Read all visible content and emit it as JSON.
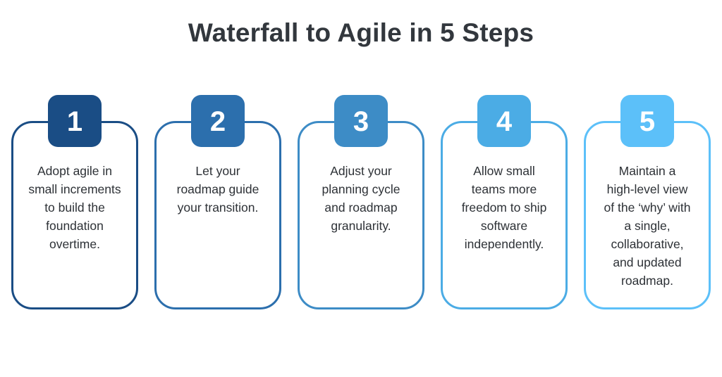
{
  "title": "Waterfall to Agile in 5 Steps",
  "colors": {
    "background": "#FFFFFF",
    "title_text": "#32373D",
    "body_text": "#2D3136"
  },
  "steps": [
    {
      "number": "1",
      "color": "#1A4D85",
      "text": "Adopt agile in\nsmall increments\nto build the\nfoundation\novertime."
    },
    {
      "number": "2",
      "color": "#2C6FAD",
      "text": "Let your\nroadmap guide\nyour transition."
    },
    {
      "number": "3",
      "color": "#3D8CC6",
      "text": "Adjust your\nplanning cycle\nand roadmap\ngranularity."
    },
    {
      "number": "4",
      "color": "#4BACE5",
      "text": "Allow small\nteams more\nfreedom to ship\nsoftware\nindependently."
    },
    {
      "number": "5",
      "color": "#5CC0F9",
      "text": "Maintain a\nhigh-level view\nof the ‘why’ with\na single,\ncollaborative,\nand updated\nroadmap."
    }
  ]
}
